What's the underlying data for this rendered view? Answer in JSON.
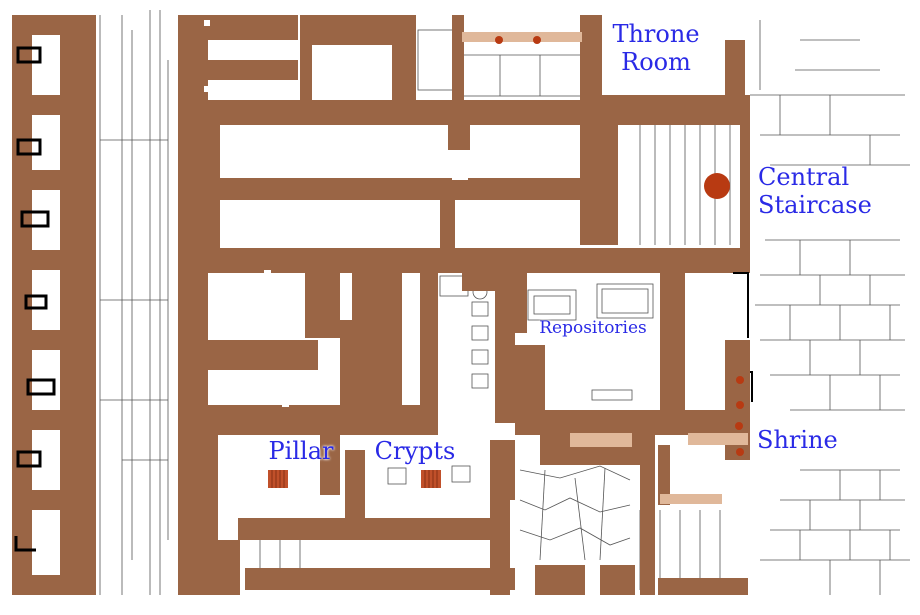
{
  "map": {
    "labels": {
      "throne_room_line1": "Throne",
      "throne_room_line2": "Room",
      "central_staircase_line1": "Central",
      "central_staircase_line2": "Staircase",
      "repositories": "Repositories",
      "pillar": "Pillar",
      "crypts": "Crypts",
      "shrine": "Shrine"
    },
    "colors": {
      "walls": "#9a6545",
      "light_wall": "#e0b89a",
      "column_base": "#b83a12",
      "pillar_hatch": "#c0502a",
      "outline": "#000000",
      "line_work": "#555555",
      "labels": "#2a2ae6",
      "background": "#ffffff"
    },
    "column_bases": 7,
    "pillar_bases": 2
  }
}
